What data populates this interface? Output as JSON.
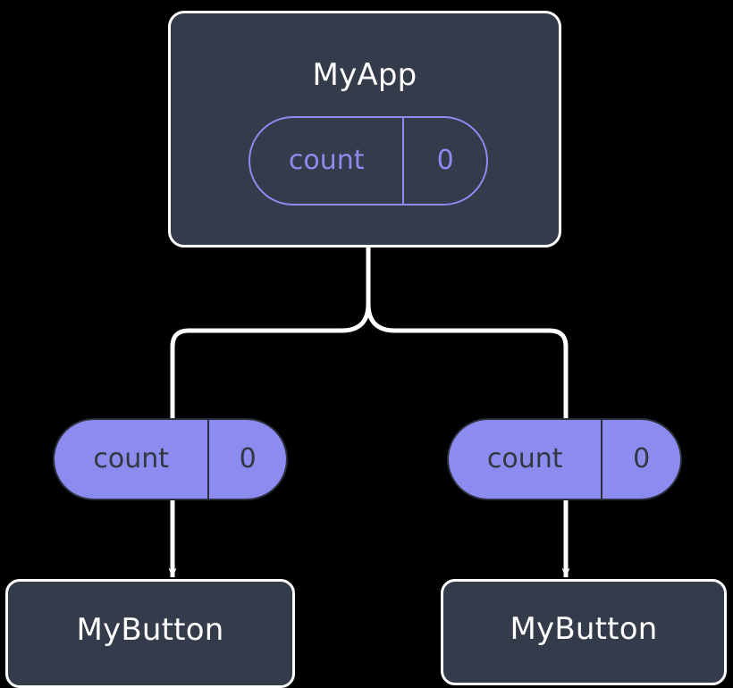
{
  "diagram": {
    "type": "component-state-tree",
    "background_color": "#000000",
    "palette": {
      "node_fill": "#343b4a",
      "node_border": "#ffffff",
      "node_text": "#ffffff",
      "state_accent": "#8b8bf0",
      "pill_text_on_fill": "#33383f",
      "edge_color": "#ffffff",
      "arrow_color": "#ffffff"
    },
    "nodes": {
      "root": {
        "title": "MyApp",
        "state": {
          "key": "count",
          "value": "0"
        }
      },
      "left_child": {
        "title": "MyButton",
        "props": {
          "key": "count",
          "value": "0"
        }
      },
      "right_child": {
        "title": "MyButton",
        "props": {
          "key": "count",
          "value": "0"
        }
      }
    },
    "edges": [
      {
        "name": "root-to-left-props",
        "from": "root",
        "to": "left_props_pill",
        "style": "rounded-fork"
      },
      {
        "name": "root-to-right-props",
        "from": "root",
        "to": "right_props_pill",
        "style": "rounded-fork"
      },
      {
        "name": "left-props-to-button",
        "from": "left_props_pill",
        "to": "left_child",
        "style": "arrow"
      },
      {
        "name": "right-props-to-button",
        "from": "right_props_pill",
        "to": "right_child",
        "style": "arrow"
      }
    ]
  }
}
